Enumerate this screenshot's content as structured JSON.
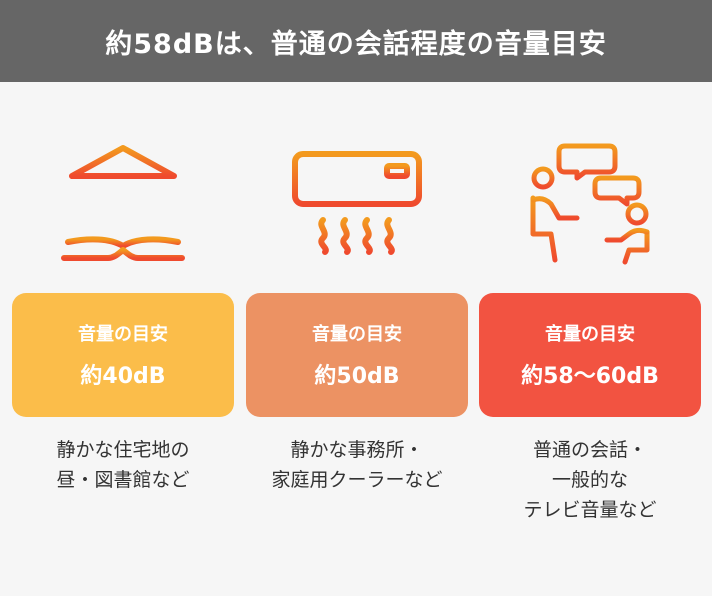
{
  "header": {
    "title": "約58dBは、普通の会話程度の音量目安"
  },
  "items": [
    {
      "icon": "museum-library-icon",
      "label": "音量の目安",
      "value": "約40dB",
      "caption": [
        "静かな住宅地の",
        "昼・図書館など"
      ],
      "color": "#fbbd4a"
    },
    {
      "icon": "air-conditioner-icon",
      "label": "音量の目安",
      "value": "約50dB",
      "caption": [
        "静かな事務所・",
        "家庭用クーラーなど"
      ],
      "color": "#ec9263"
    },
    {
      "icon": "conversation-icon",
      "label": "音量の目安",
      "value": "約58〜60dB",
      "caption": [
        "普通の会話・",
        "一般的な",
        "テレビ音量など"
      ],
      "color": "#f25341"
    }
  ],
  "icon_gradient": [
    "#f39a1e",
    "#ef4a2e"
  ]
}
